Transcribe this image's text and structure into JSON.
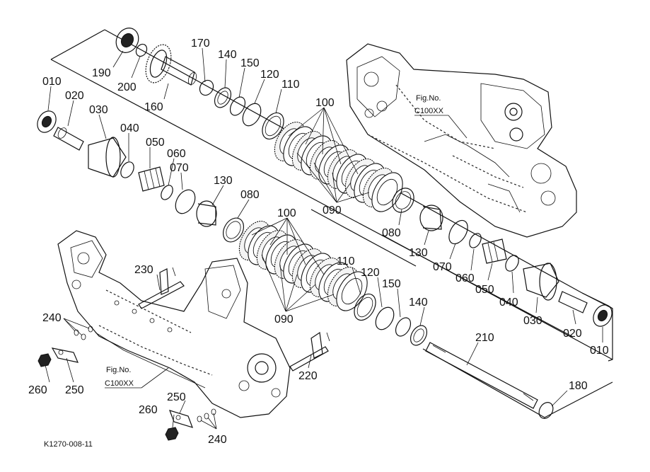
{
  "drawing_code": "K1270-008-11",
  "fig_refs": [
    {
      "line1": "Fig.No.",
      "line2": "C100XX"
    },
    {
      "line1": "Fig.No.",
      "line2": "C100XX"
    }
  ],
  "labels": {
    "p010a": "010",
    "p020a": "020",
    "p030a": "030",
    "p040a": "040",
    "p050a": "050",
    "p060a": "060",
    "p070a": "070",
    "p080a": "080",
    "p100a": "100",
    "p090a": "090",
    "p110a": "110",
    "p120a": "120",
    "p130a": "130",
    "p140a": "140",
    "p150a": "150",
    "p160": "160",
    "p170": "170",
    "p190": "190",
    "p200": "200",
    "p080b": "080",
    "p130b": "130",
    "p070b": "070",
    "p060b": "060",
    "p050b": "050",
    "p040b": "040",
    "p030b": "030",
    "p020b": "020",
    "p010b": "010",
    "p100b": "100",
    "p090b": "090",
    "p110b": "110",
    "p120b": "120",
    "p150b": "150",
    "p140b": "140",
    "p210": "210",
    "p180": "180",
    "p230": "230",
    "p240a": "240",
    "p250a": "250",
    "p260a": "260",
    "p220": "220",
    "p250b": "250",
    "p260b": "260",
    "p240b": "240"
  }
}
